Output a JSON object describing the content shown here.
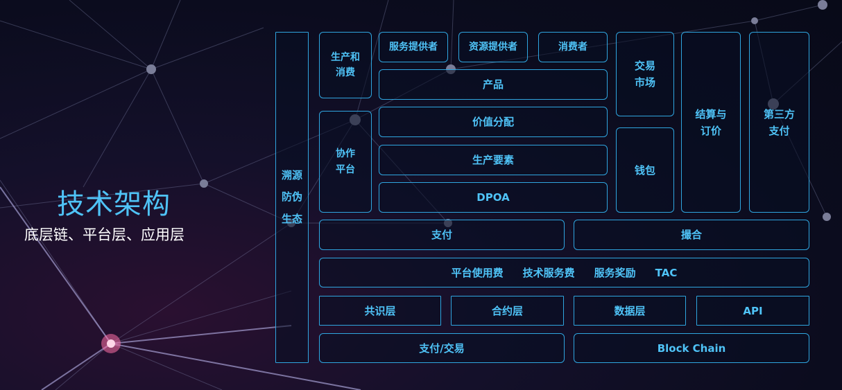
{
  "title": "技术架构",
  "subtitle": "底层链、平台层、应用层",
  "colors": {
    "accent": "#4fc3f7",
    "border": "#2fa6e0",
    "background": "#0b0c1e"
  },
  "left_column": [
    "溯源",
    "防伪",
    "生态"
  ],
  "app": {
    "production_consumption": [
      "生产和",
      "消费"
    ],
    "collaboration_platform": [
      "协作",
      "平台"
    ],
    "roles": [
      "服务提供者",
      "资源提供者",
      "消费者"
    ],
    "product": "产品",
    "value_distribution": "价值分配",
    "production_factors": "生产要素",
    "dpoa": "DPOA",
    "exchange_market": [
      "交易",
      "市场"
    ],
    "wallet": "钱包",
    "settlement": [
      "结算与",
      "订价"
    ],
    "third_party_payment": [
      "第三方",
      "支付"
    ]
  },
  "platform": {
    "payment": "支付",
    "matching": "撮合",
    "fees": [
      "平台使用费",
      "技术服务费",
      "服务奖励",
      "TAC"
    ]
  },
  "chain": {
    "layers": [
      "共识层",
      "合约层",
      "数据层",
      "API"
    ],
    "payment_trade": "支付/交易",
    "blockchain": "Block Chain"
  }
}
